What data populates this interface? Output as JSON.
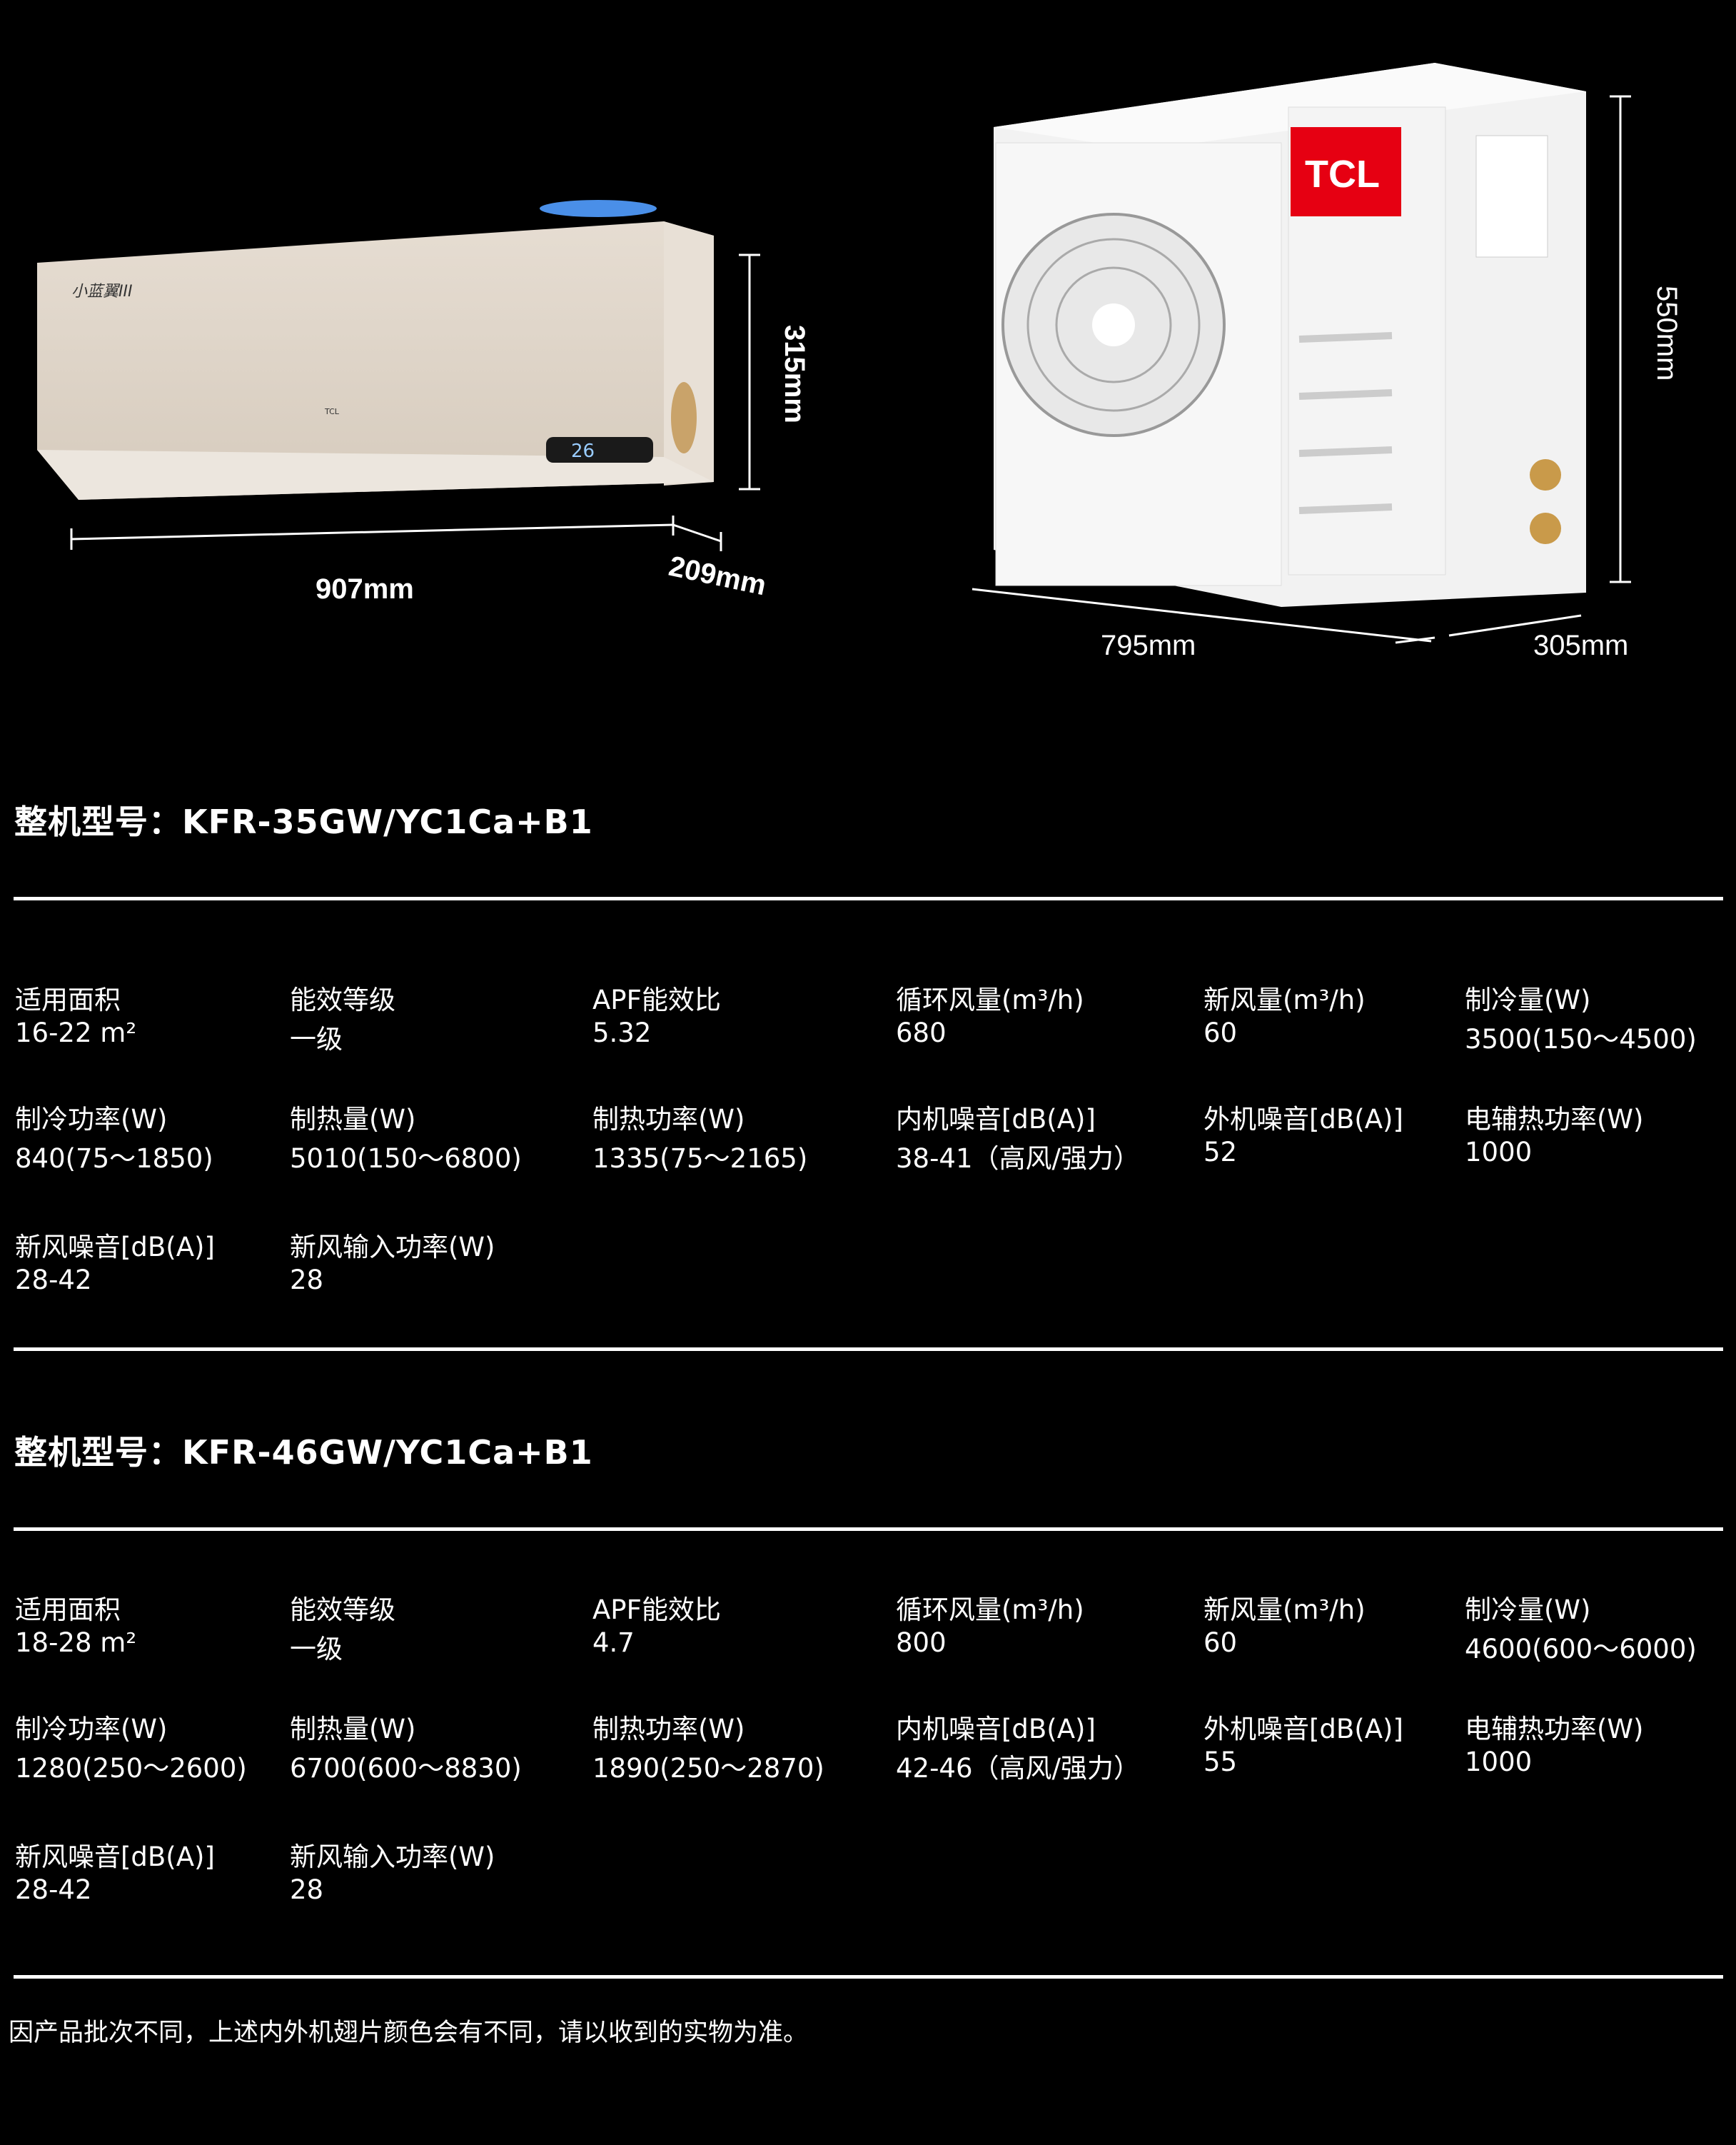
{
  "product_images": {
    "indoor_brand_text": "小蓝翼III",
    "indoor_logo": "TCL",
    "indoor_display": "26",
    "outdoor_logo": "TCL",
    "indoor_height": "315mm",
    "indoor_width": "907mm",
    "indoor_depth": "209mm",
    "outdoor_height": "550mm",
    "outdoor_width": "795mm",
    "outdoor_depth": "305mm",
    "brand_color": "#e60012"
  },
  "models": [
    {
      "title": "整机型号：KFR-35GW/YC1Ca+B1",
      "specs": [
        {
          "label": "适用面积",
          "value": "16-22 m²"
        },
        {
          "label": "能效等级",
          "value": "一级"
        },
        {
          "label": "APF能效比",
          "value": "5.32"
        },
        {
          "label": "循环风量(m³/h)",
          "value": "680"
        },
        {
          "label": "新风量(m³/h)",
          "value": "60"
        },
        {
          "label": "制冷量(W)",
          "value": "3500(150～4500)"
        },
        {
          "label": "制冷功率(W)",
          "value": "840(75～1850)"
        },
        {
          "label": "制热量(W)",
          "value": "5010(150～6800)"
        },
        {
          "label": "制热功率(W)",
          "value": "1335(75～2165)"
        },
        {
          "label": "内机噪音[dB(A)]",
          "value": "38-41（高风/强力）"
        },
        {
          "label": "外机噪音[dB(A)]",
          "value": "52"
        },
        {
          "label": "电辅热功率(W)",
          "value": "1000"
        },
        {
          "label": "新风噪音[dB(A)]",
          "value": "28-42"
        },
        {
          "label": "新风输入功率(W)",
          "value": "28"
        }
      ]
    },
    {
      "title": "整机型号：KFR-46GW/YC1Ca+B1",
      "specs": [
        {
          "label": "适用面积",
          "value": "18-28 m²"
        },
        {
          "label": "能效等级",
          "value": "一级"
        },
        {
          "label": "APF能效比",
          "value": "4.7"
        },
        {
          "label": "循环风量(m³/h)",
          "value": "800"
        },
        {
          "label": "新风量(m³/h)",
          "value": "60"
        },
        {
          "label": "制冷量(W)",
          "value": "4600(600～6000)"
        },
        {
          "label": "制冷功率(W)",
          "value": "1280(250～2600)"
        },
        {
          "label": "制热量(W)",
          "value": "6700(600～8830)"
        },
        {
          "label": "制热功率(W)",
          "value": "1890(250～2870)"
        },
        {
          "label": "内机噪音[dB(A)]",
          "value": "42-46（高风/强力）"
        },
        {
          "label": "外机噪音[dB(A)]",
          "value": "55"
        },
        {
          "label": "电辅热功率(W)",
          "value": "1000"
        },
        {
          "label": "新风噪音[dB(A)]",
          "value": "28-42"
        },
        {
          "label": "新风输入功率(W)",
          "value": "28"
        }
      ]
    }
  ],
  "footnote": "因产品批次不同，上述内外机翅片颜色会有不同，请以收到的实物为准。"
}
